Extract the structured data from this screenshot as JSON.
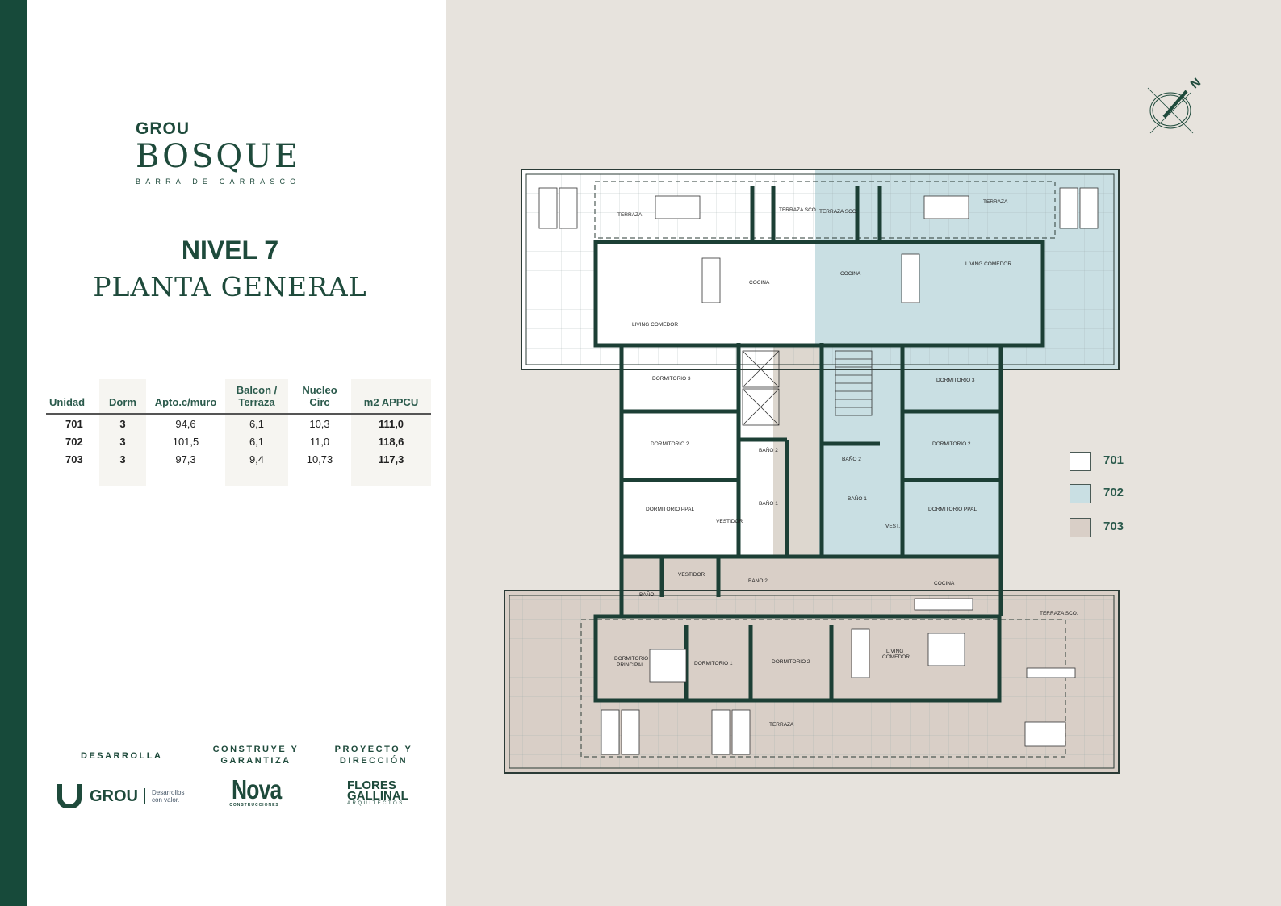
{
  "brand": {
    "grou": "GROU",
    "bosque": "BOSQUE",
    "location": "BARRA DE CARRASCO"
  },
  "title": {
    "level": "NIVEL 7",
    "subtitle": "PLANTA GENERAL"
  },
  "table": {
    "headers": [
      "Unidad",
      "Dorm",
      "Apto.c/muro",
      "Balcon / Terraza",
      "Nucleo Circ",
      "m2 APPCU"
    ],
    "rows": [
      [
        "701",
        "3",
        "94,6",
        "6,1",
        "10,3",
        "111,0"
      ],
      [
        "702",
        "3",
        "101,5",
        "6,1",
        "11,0",
        "118,6"
      ],
      [
        "703",
        "3",
        "97,3",
        "9,4",
        "10,73",
        "117,3"
      ]
    ]
  },
  "credits": {
    "develops": "DESARROLLA",
    "builds": "CONSTRUYE Y GARANTIZA",
    "project": "PROYECTO Y DIRECCIÓN",
    "grou_logo": "GROU",
    "grou_tagline": "Desarrollos con valor.",
    "nova_logo": "Nova",
    "nova_sub": "CONSTRUCCIONES",
    "fg_logo1": "FLORES",
    "fg_logo2": "GALLINAL",
    "fg_sub": "ARQUITECTOS"
  },
  "compass": {
    "north": "N",
    "icon": "compass-icon"
  },
  "legend": [
    {
      "label": "701",
      "color": "#ffffff"
    },
    {
      "label": "702",
      "color": "#c9dfe3"
    },
    {
      "label": "703",
      "color": "#d9cfc7"
    }
  ],
  "plan": {
    "rooms": [
      "TERRAZA",
      "TERRAZA SCO.",
      "TERRAZA SCO.",
      "TERRAZA",
      "COCINA",
      "COCINA",
      "LIVING COMEDOR",
      "LIVING COMEDOR",
      "DORMITORIO 3",
      "DORMITORIO 2",
      "DORMITORIO PPAL",
      "VESTIDOR",
      "BAÑO 2",
      "BAÑO 1",
      "DORMITORIO 3",
      "DORMITORIO 2",
      "DORMITORIO PPAL",
      "BAÑO 2",
      "BAÑO 1",
      "VEST.",
      "VESTIDOR",
      "BAÑO",
      "BAÑO 2",
      "COCINA",
      "TERRAZA SCO.",
      "DORMITORIO",
      "PRINCIPAL",
      "DORMITORIO 1",
      "DORMITORIO 2",
      "LIVING",
      "COMEDOR",
      "TERRAZA"
    ]
  }
}
